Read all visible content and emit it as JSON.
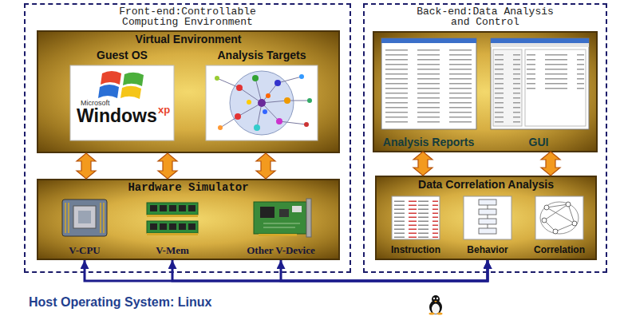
{
  "diagram": {
    "nodes": [
      {
        "text": [
          "Front-end:Controllable Computing Environment"
        ]
      },
      {
        "text": [
          "Virtual Environment"
        ],
        "in": 0
      },
      {
        "text": [
          "Guest OS"
        ],
        "in": 1
      },
      {
        "text": [
          "Analysis Targets"
        ],
        "in": 1
      },
      {
        "text": [
          "Hardware Simulator"
        ],
        "in": 0
      },
      {
        "text": [
          "V-CPU"
        ],
        "in": 4
      },
      {
        "text": [
          "V-Mem"
        ],
        "in": 4
      },
      {
        "text": [
          "Other V-Device"
        ],
        "in": 4
      },
      {
        "text": [
          "Back-end:Data Analysis and Control"
        ]
      },
      {
        "text": [
          "Analysis Reports"
        ],
        "in": 8
      },
      {
        "text": [
          "GUI"
        ],
        "in": 8
      },
      {
        "text": [
          "Data Correlation Analysis"
        ],
        "in": 8
      },
      {
        "text": [
          "Instruction"
        ],
        "in": 11
      },
      {
        "text": [
          "Behavior"
        ],
        "in": 11
      },
      {
        "text": [
          "Correlation"
        ],
        "in": 11
      }
    ],
    "edges": [
      {
        "from": 1,
        "to": 4,
        "arrow": "both"
      },
      {
        "from": 1,
        "to": 4,
        "arrow": "both"
      },
      {
        "from": 1,
        "to": 4,
        "arrow": "both"
      },
      {
        "from": 9,
        "to": 11,
        "arrow": "both"
      },
      {
        "from": 10,
        "to": 11,
        "arrow": "both"
      },
      {
        "from": 5,
        "to": 11,
        "arrow": "both"
      },
      {
        "from": 6,
        "to": 11,
        "arrow": "both"
      },
      {
        "from": 7,
        "to": 11,
        "arrow": "both"
      }
    ],
    "labels": [
      "Microsoft",
      "Windows",
      "xp",
      "Host Operating System: Linux"
    ]
  }
}
